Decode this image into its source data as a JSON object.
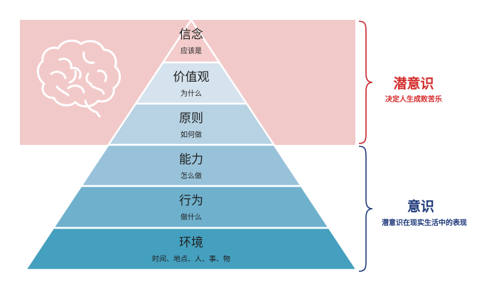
{
  "colors": {
    "subconscious_band": "#f2c9c9",
    "subconscious_text": "#d42b2b",
    "conscious_text": "#1f3a7a",
    "bracket_top": "#c8232c",
    "bracket_bottom": "#1f3a7a"
  },
  "pyramid": {
    "levels": [
      {
        "title": "信念",
        "subtitle": "应该是",
        "fill": "#f4cccc"
      },
      {
        "title": "价值观",
        "subtitle": "为什么",
        "fill": "#d5e3ee"
      },
      {
        "title": "原则",
        "subtitle": "如何做",
        "fill": "#b6d2e3"
      },
      {
        "title": "能力",
        "subtitle": "怎么做",
        "fill": "#98c2d9"
      },
      {
        "title": "行为",
        "subtitle": "做什么",
        "fill": "#6fb1cc"
      },
      {
        "title": "环境",
        "subtitle": "时间、地点、人、事、物",
        "fill": "#45a0bf"
      }
    ]
  },
  "groups": {
    "subconscious": {
      "title": "潜意识",
      "subtitle": "决定人生成败苦乐"
    },
    "conscious": {
      "title": "意识",
      "subtitle": "潜意识在现实生活中的表现"
    }
  },
  "icons": {
    "brain": "brain-icon"
  }
}
